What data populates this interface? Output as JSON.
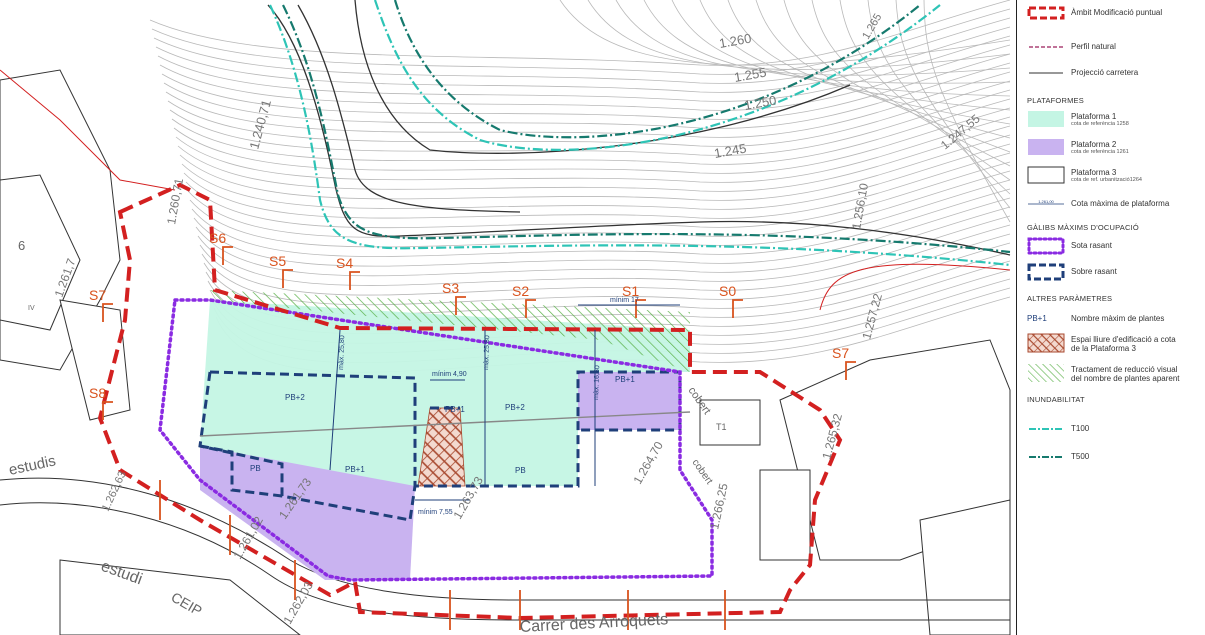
{
  "map": {
    "street_labels": [
      "Carrer des Arroquets",
      "estudis",
      "estudi",
      "CEIP"
    ],
    "section_labels": [
      "S6",
      "S5",
      "S4",
      "S3",
      "S2",
      "S1",
      "S0",
      "S7",
      "S8",
      "S7"
    ],
    "plant_labels": [
      "PB+2",
      "PB+2",
      "PB+1",
      "PB+1",
      "PB+1",
      "PB",
      "PB"
    ],
    "dimensions": [
      "mínim 17",
      "mínim 4,90",
      "màx. 25,80",
      "màx. 25,80",
      "màx. 16,60",
      "mínim 7,55"
    ],
    "elevations": [
      "1.240,71",
      "1.260",
      "1.255",
      "1.250",
      "1.245",
      "1.247,55",
      "1.256,10",
      "1.257,22",
      "1.265,32",
      "1.266,25",
      "1.264,70",
      "1.263,73",
      "1.261,73",
      "1.261,02",
      "1.262,03",
      "1.260,71",
      "1.261,7",
      "1.262,63",
      "1.265"
    ],
    "misc_labels": [
      "cobert",
      "T1",
      "6",
      "IV",
      "cobert"
    ]
  },
  "legend": {
    "items_top": [
      {
        "label": "Àmbit Modificació puntual"
      },
      {
        "label": "Perfil natural"
      },
      {
        "label": "Projecció carretera"
      }
    ],
    "platforms_heading": "PLATAFORMES",
    "platforms": [
      {
        "label": "Plataforma 1",
        "sub": "cota de referència 1258",
        "color": "#c4f5e4"
      },
      {
        "label": "Plataforma 2",
        "sub": "cota de referència 1261",
        "color": "#c9b3f0"
      },
      {
        "label": "Plataforma 3",
        "sub": "cota de ref. urbanització1264",
        "color": "#ffffff"
      }
    ],
    "max_height": {
      "symbol": "1.261,00",
      "label": "Cota màxima de plataforma"
    },
    "galibs_heading": "GÀLIBS MÀXIMS D'OCUPACIÓ",
    "galibs": [
      {
        "label": "Sota rasant",
        "color": "#8a2be2"
      },
      {
        "label": "Sobre rasant",
        "color": "#1f3f7a"
      }
    ],
    "altres_heading": "ALTRES PARÀMETRES",
    "altres": [
      {
        "symbol": "PB+1",
        "label": "Nombre màxim de plantes"
      },
      {
        "label": "Espai lliure d'edificació a cota",
        "label2": "de la Plataforma 3"
      },
      {
        "label": "Tractament de reducció visual",
        "label2": "del nombre de plantes aparent"
      }
    ],
    "inund_heading": "INUNDABILITAT",
    "inund": [
      {
        "label": "T100",
        "color": "#2ec4b6"
      },
      {
        "label": "T500",
        "color": "#167a6e"
      }
    ]
  }
}
